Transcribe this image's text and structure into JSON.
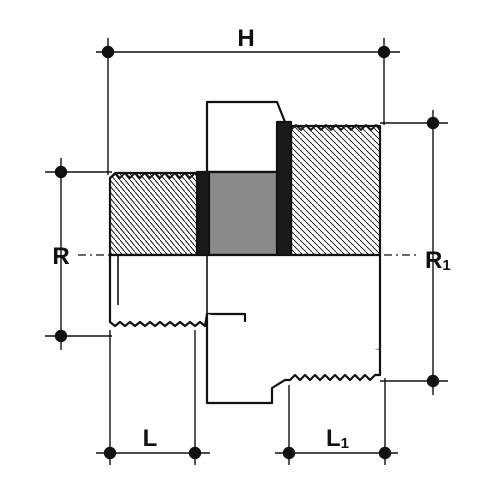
{
  "diagram": {
    "labels": {
      "H": "H",
      "R": "R",
      "R1_main": "R",
      "R1_sub": "1",
      "L": "L",
      "L1_main": "L",
      "L1_sub": "1"
    },
    "colors": {
      "ink": "#111111",
      "hatch_fill": "#8a8a8a",
      "background": "#ffffff"
    }
  }
}
